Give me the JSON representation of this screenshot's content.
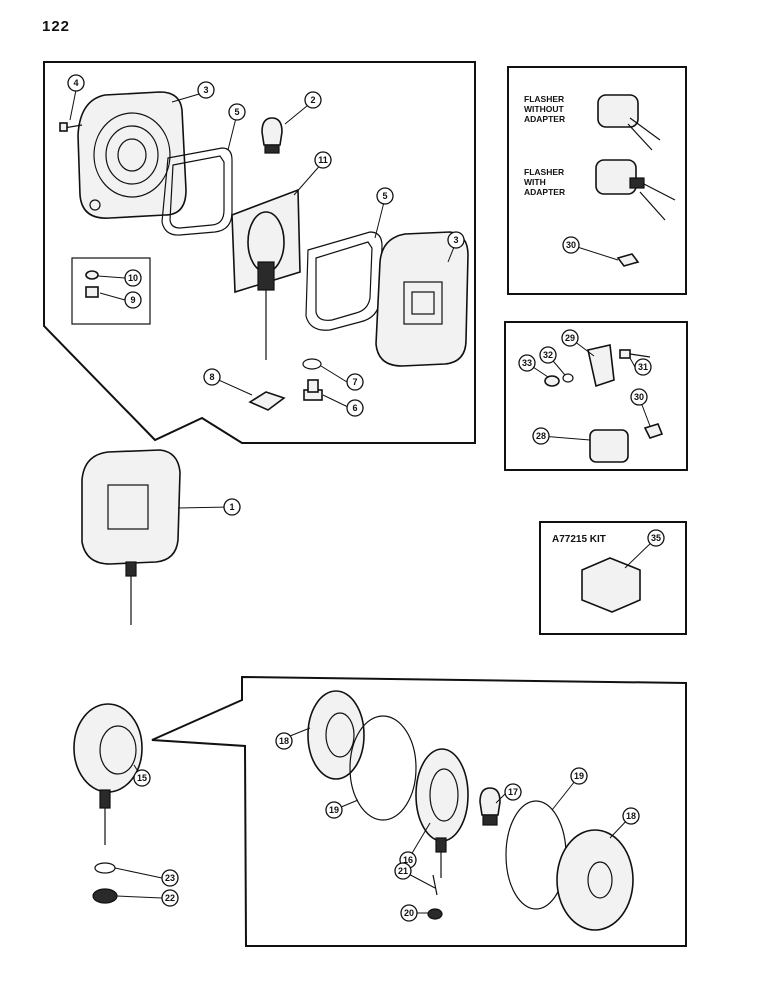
{
  "page": {
    "number": "122"
  },
  "flasher_box": {
    "without_adapter": [
      "FLASHER",
      "WITHOUT",
      "ADAPTER"
    ],
    "with_adapter": [
      "FLASHER",
      "WITH",
      "ADAPTER"
    ]
  },
  "kit_box": {
    "label": "A77215 KIT"
  },
  "callouts": [
    "1",
    "2",
    "3",
    "3",
    "4",
    "5",
    "5",
    "6",
    "7",
    "8",
    "9",
    "10",
    "11",
    "15",
    "16",
    "17",
    "18",
    "18",
    "19",
    "19",
    "20",
    "21",
    "22",
    "23",
    "28",
    "29",
    "30",
    "30",
    "31",
    "32",
    "33",
    "35"
  ]
}
